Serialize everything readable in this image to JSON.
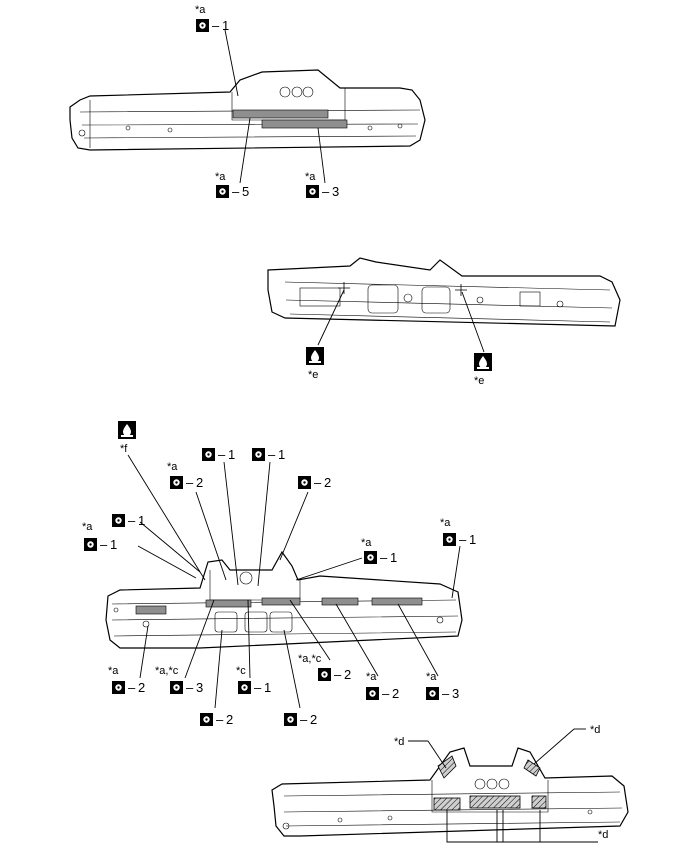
{
  "views": {
    "view1": {
      "callouts": [
        {
          "note": "*a",
          "weld": "1"
        },
        {
          "note": "*a",
          "weld": "5"
        },
        {
          "note": "*a",
          "weld": "3"
        }
      ]
    },
    "view2": {
      "callouts": [
        {
          "note": "*e"
        },
        {
          "note": "*e"
        }
      ]
    },
    "view3": {
      "top_callouts": [
        {
          "note": "*f"
        },
        {
          "weld": "1"
        },
        {
          "weld": "1"
        },
        {
          "note": "*a",
          "weld": "2"
        },
        {
          "weld": "2"
        },
        {
          "note": "*a",
          "weld": "1"
        },
        {
          "weld": "1"
        },
        {
          "note": "*a",
          "weld": "1"
        },
        {
          "note": "*a",
          "weld": "1"
        }
      ],
      "bottom_callouts": [
        {
          "note": "*a",
          "weld": "2"
        },
        {
          "note": "*a,*c",
          "weld": "3"
        },
        {
          "note": "*c",
          "weld": "1"
        },
        {
          "note": "*a,*c",
          "weld": "2"
        },
        {
          "note": "*a",
          "weld": "2"
        },
        {
          "note": "*a",
          "weld": "3"
        },
        {
          "weld": "2"
        },
        {
          "weld": "2"
        }
      ]
    },
    "view4": {
      "callouts": [
        {
          "note": "*d"
        },
        {
          "note": "*d"
        },
        {
          "note": "*d"
        }
      ]
    }
  },
  "legend": {
    "weld_dash": "–"
  }
}
